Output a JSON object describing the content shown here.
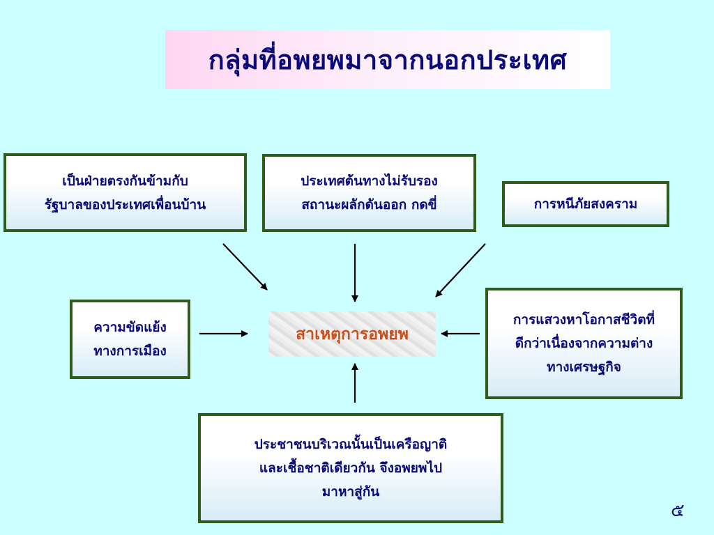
{
  "title": "กลุ่มที่อพยพมาจากนอกประเทศ",
  "center": "สาเหตุการอพยพ",
  "boxes": {
    "neighbor_opposition": [
      "เป็นฝ่ายตรงกันข้ามกับ",
      "รัฐบาลของประเทศเพื่อนบ้าน"
    ],
    "origin_country": [
      "ประเทศต้นทางไม่รับรอง",
      "สถานะผลักดันออก กดขี่"
    ],
    "war_refuge": [
      "การหนีภัยสงคราม"
    ],
    "political_conflict": [
      "ความขัดแย้ง",
      "ทางการเมือง"
    ],
    "better_life": [
      "การแสวงหาโอกาสชีวิตที่",
      "ดีกว่าเนื่องจากความต่าง",
      "ทางเศรษฐกิจ"
    ],
    "kinship": [
      "ประชาชนบริเวณนั้นเป็นเครือญาติ",
      "และเชื้อชาติเดียวกัน จึงอพยพไป",
      "มาหาสู่กัน"
    ]
  },
  "page_number": "๕",
  "colors": {
    "background": "#ccffff",
    "text": "#0a0a78",
    "border": "#2f5c1a",
    "center_text": "#c8501e",
    "arrow": "#000000"
  }
}
